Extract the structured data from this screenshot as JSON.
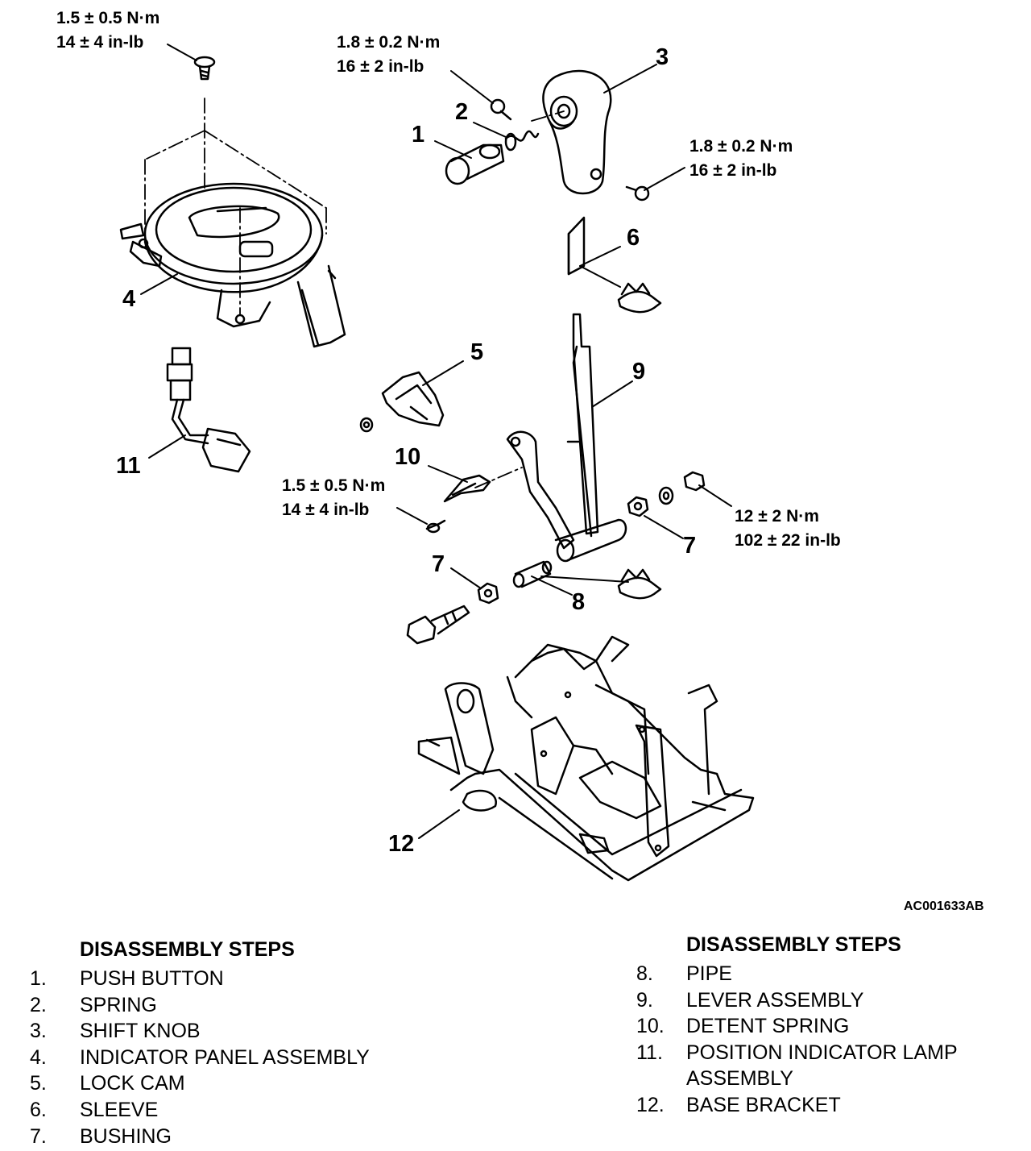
{
  "torque_specs": {
    "t1": [
      "1.5 ± 0.5 N·m",
      "14 ± 4 in-lb"
    ],
    "t2": [
      "1.8 ± 0.2 N·m",
      "16 ± 2 in-lb"
    ],
    "t3": [
      "1.8 ± 0.2 N·m",
      "16 ± 2 in-lb"
    ],
    "t4": [
      "1.5 ± 0.5 N·m",
      "14 ± 4 in-lb"
    ],
    "t5": [
      "12 ± 2 N·m",
      "102 ± 22 in-lb"
    ]
  },
  "callouts": [
    "1",
    "2",
    "3",
    "4",
    "5",
    "6",
    "7",
    "7",
    "8",
    "9",
    "10",
    "11",
    "12"
  ],
  "figure_id": "AC001633AB",
  "steps_heading": "DISASSEMBLY STEPS",
  "steps_left": [
    {
      "num": "1.",
      "label": "PUSH BUTTON"
    },
    {
      "num": "2.",
      "label": "SPRING"
    },
    {
      "num": "3.",
      "label": "SHIFT KNOB"
    },
    {
      "num": "4.",
      "label": "INDICATOR PANEL ASSEMBLY"
    },
    {
      "num": "5.",
      "label": "LOCK CAM"
    },
    {
      "num": "6.",
      "label": "SLEEVE"
    },
    {
      "num": "7.",
      "label": "BUSHING"
    }
  ],
  "steps_right": [
    {
      "num": "8.",
      "label": "PIPE"
    },
    {
      "num": "9.",
      "label": "LEVER ASSEMBLY"
    },
    {
      "num": "10.",
      "label": "DETENT SPRING"
    },
    {
      "num": "11.",
      "label": "POSITION INDICATOR LAMP"
    },
    {
      "num": "",
      "label": "ASSEMBLY"
    },
    {
      "num": "12.",
      "label": "BASE BRACKET"
    }
  ]
}
